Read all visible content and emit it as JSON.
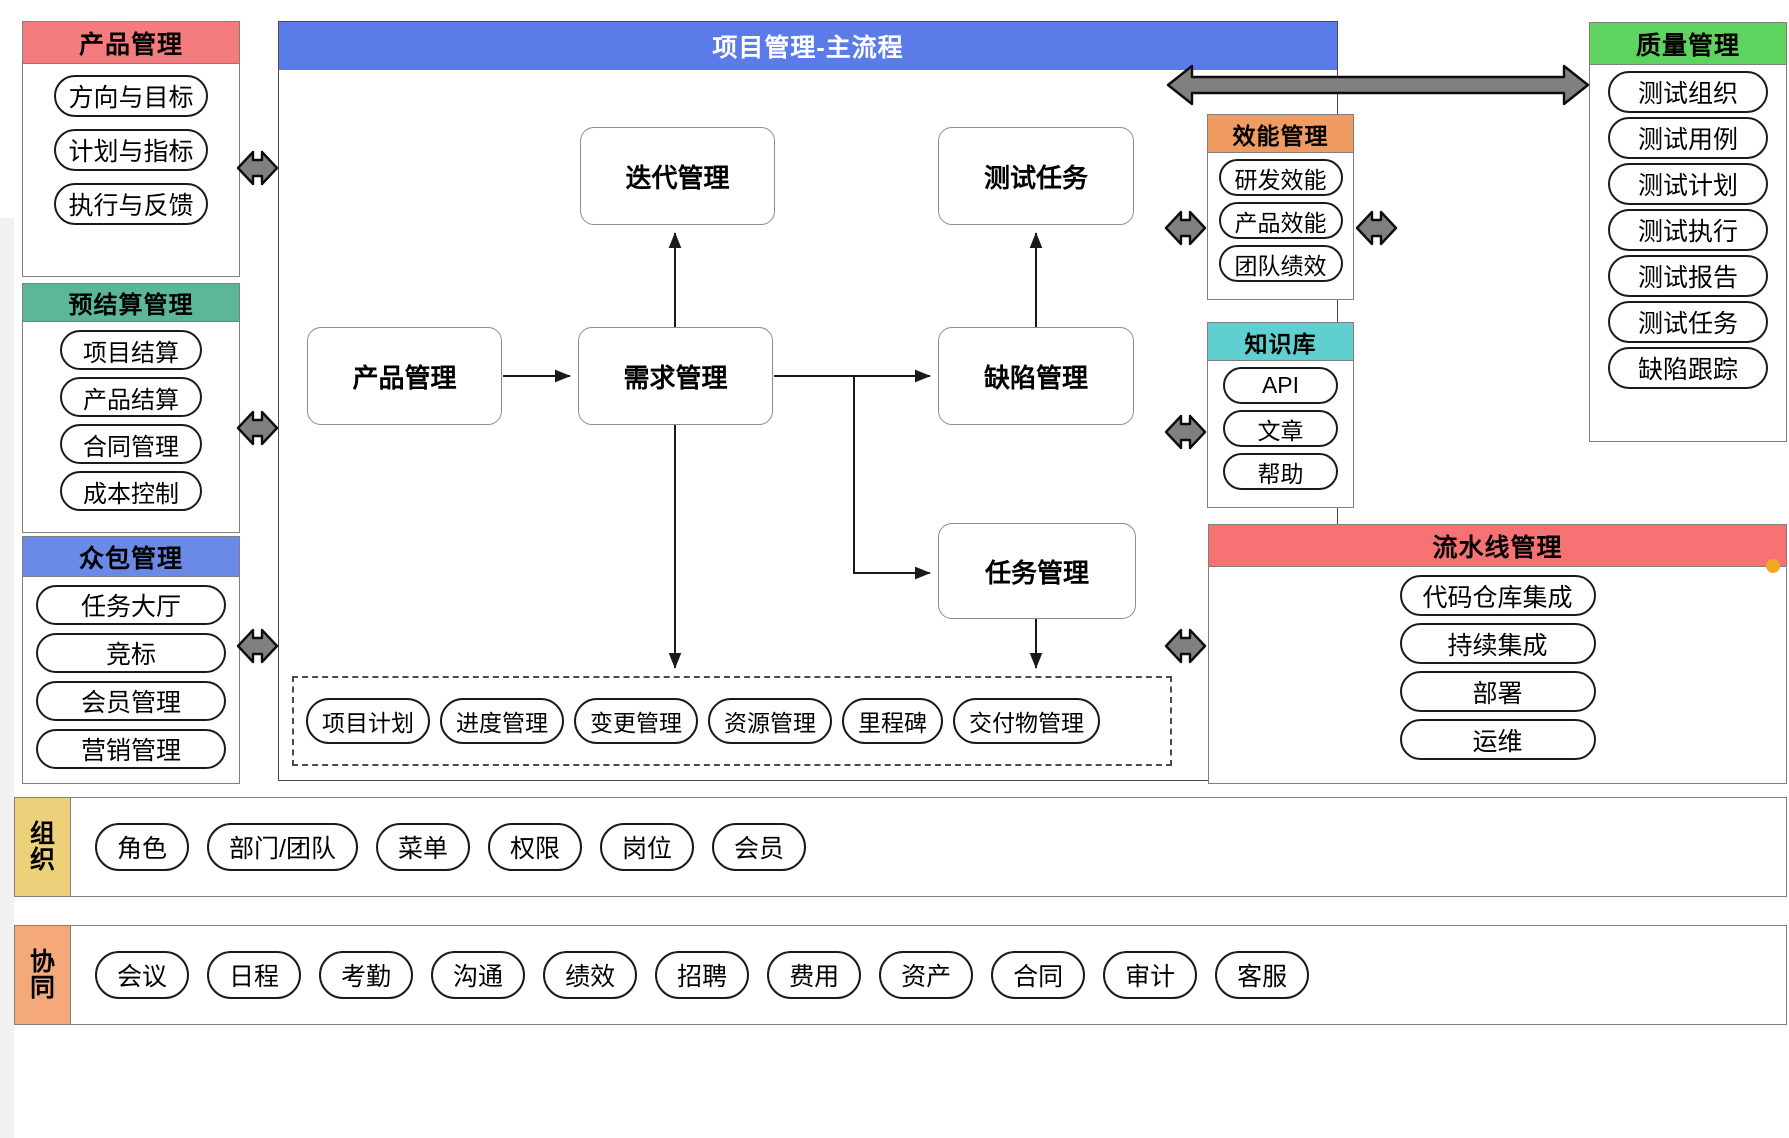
{
  "diagram": {
    "title": "项目管理-主流程",
    "colors": {
      "product_header": "#f47c7c",
      "budget_header": "#5cb79a",
      "crowdsource_header": "#6b8ae8",
      "main_header": "#5b7ce8",
      "efficiency_header": "#ef9b62",
      "knowledge_header": "#5fcfcf",
      "quality_header": "#5fd35f",
      "pipeline_header": "#f77272",
      "org_tag": "#ecd07a",
      "collab_tag": "#f5a97a",
      "arrow_fill": "#808080",
      "marker_dot": "#f5a623"
    }
  },
  "left_panels": [
    {
      "id": "product-management",
      "title": "产品管理",
      "items": [
        "方向与目标",
        "计划与指标",
        "执行与反馈"
      ]
    },
    {
      "id": "budget-settlement-management",
      "title": "预结算管理",
      "items": [
        "项目结算",
        "产品结算",
        "合同管理",
        "成本控制"
      ]
    },
    {
      "id": "crowdsourcing-management",
      "title": "众包管理",
      "items": [
        "任务大厅",
        "竞标",
        "会员管理",
        "营销管理"
      ]
    }
  ],
  "main": {
    "title": "项目管理-主流程",
    "nodes": {
      "iteration": "迭代管理",
      "test_task": "测试任务",
      "product": "产品管理",
      "requirement": "需求管理",
      "defect": "缺陷管理",
      "task": "任务管理"
    },
    "sub_items": [
      "项目计划",
      "进度管理",
      "变更管理",
      "资源管理",
      "里程碑",
      "交付物管理"
    ]
  },
  "right_panels": [
    {
      "id": "efficiency-management",
      "title": "效能管理",
      "items": [
        "研发效能",
        "产品效能",
        "团队绩效"
      ]
    },
    {
      "id": "knowledge-base",
      "title": "知识库",
      "items": [
        "API",
        "文章",
        "帮助"
      ]
    },
    {
      "id": "pipeline-management",
      "title": "流水线管理",
      "items": [
        "代码仓库集成",
        "持续集成",
        "部署",
        "运维"
      ]
    }
  ],
  "quality_panel": {
    "id": "quality-management",
    "title": "质量管理",
    "items": [
      "测试组织",
      "测试用例",
      "测试计划",
      "测试执行",
      "测试报告",
      "测试任务",
      "缺陷跟踪"
    ]
  },
  "bottom_bars": [
    {
      "id": "organization",
      "tag": "组织",
      "items": [
        "角色",
        "部门/团队",
        "菜单",
        "权限",
        "岗位",
        "会员"
      ]
    },
    {
      "id": "collaboration",
      "tag": "协同",
      "items": [
        "会议",
        "日程",
        "考勤",
        "沟通",
        "绩效",
        "招聘",
        "费用",
        "资产",
        "合同",
        "审计",
        "客服"
      ]
    }
  ]
}
